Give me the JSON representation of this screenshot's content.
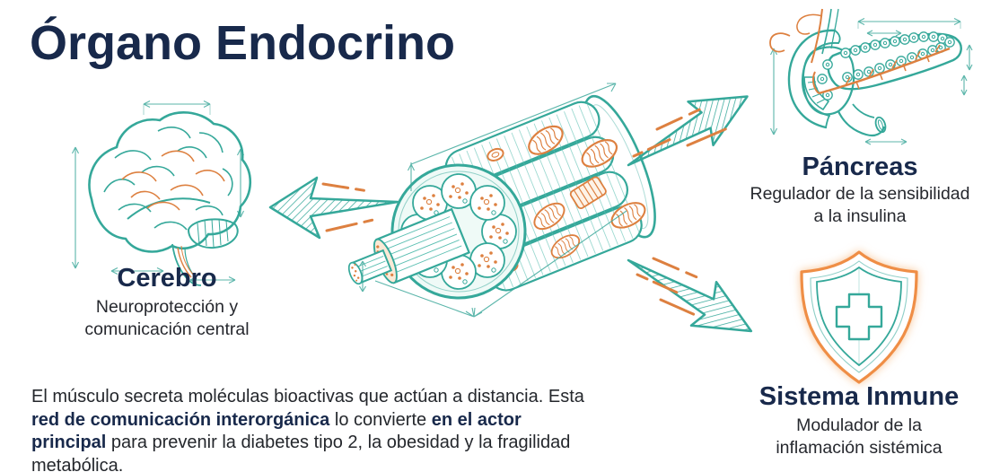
{
  "title": "Órgano Endocrino",
  "colors": {
    "navy": "#18294B",
    "teal": "#35A89A",
    "orange": "#DD8040",
    "body_text": "#24272C"
  },
  "center": {
    "icon": "muscle-fiber-illustration"
  },
  "nodes": {
    "cerebro": {
      "heading": "Cerebro",
      "subtitle_lines": [
        "Neuroprotección y",
        "comunicación central"
      ]
    },
    "pancreas": {
      "heading": "Páncreas",
      "subtitle_lines": [
        "Regulador de la sensibilidad",
        "a la insulina"
      ]
    },
    "inmune": {
      "heading": "Sistema Inmune",
      "subtitle_lines": [
        "Modulador de la",
        "inflamación sistémica"
      ]
    }
  },
  "footer": {
    "segments": [
      {
        "text": "El músculo secreta moléculas bioactivas que actúan a distancia. Esta ",
        "bold": false
      },
      {
        "text": "red de comunicación interorgánica",
        "bold": true
      },
      {
        "text": " lo convierte ",
        "bold": false
      },
      {
        "text": "en el actor principal",
        "bold": true
      },
      {
        "text": " para prevenir la diabetes tipo 2, la obesidad y la fragilidad metabólica.",
        "bold": false
      }
    ]
  }
}
